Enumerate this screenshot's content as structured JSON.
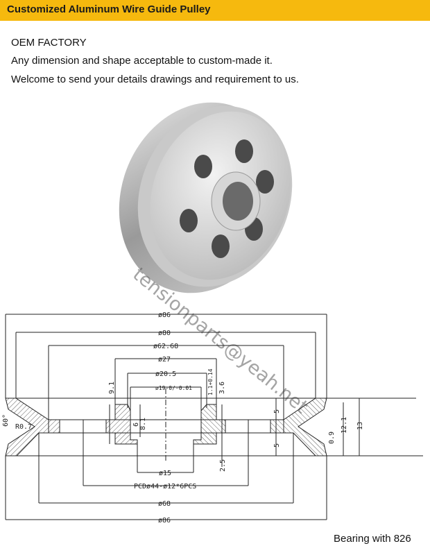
{
  "header": {
    "title": "Customized Aluminum Wire Guide Pulley"
  },
  "intro": [
    "OEM FACTORY",
    "Any dimension and shape acceptable to custom-made it.",
    "Welcome to send your details drawings and requirement to us."
  ],
  "watermark": "tensionparts@yeah.net",
  "drawing": {
    "d86_top": "ø86",
    "d80": "ø80",
    "d62": "ø62.68",
    "d27": "ø27",
    "d20": "ø20.5",
    "d19": "ø19-0/-0.01",
    "h91": "9.1",
    "h11": "1.1+0.14",
    "h36": "3.6",
    "h81": "8.1",
    "h6": "6",
    "h5a": "5",
    "h5b": "5",
    "h121": "12.1",
    "h13": "13",
    "h09": "0.9",
    "h25": "2.5",
    "r07": "R0.7",
    "angle": "60°",
    "d15": "ø15",
    "pcd": "PCDø44-ø12*6PCS",
    "d68": "ø68",
    "d86_bot": "ø86"
  },
  "caption": "Bearing with 826"
}
